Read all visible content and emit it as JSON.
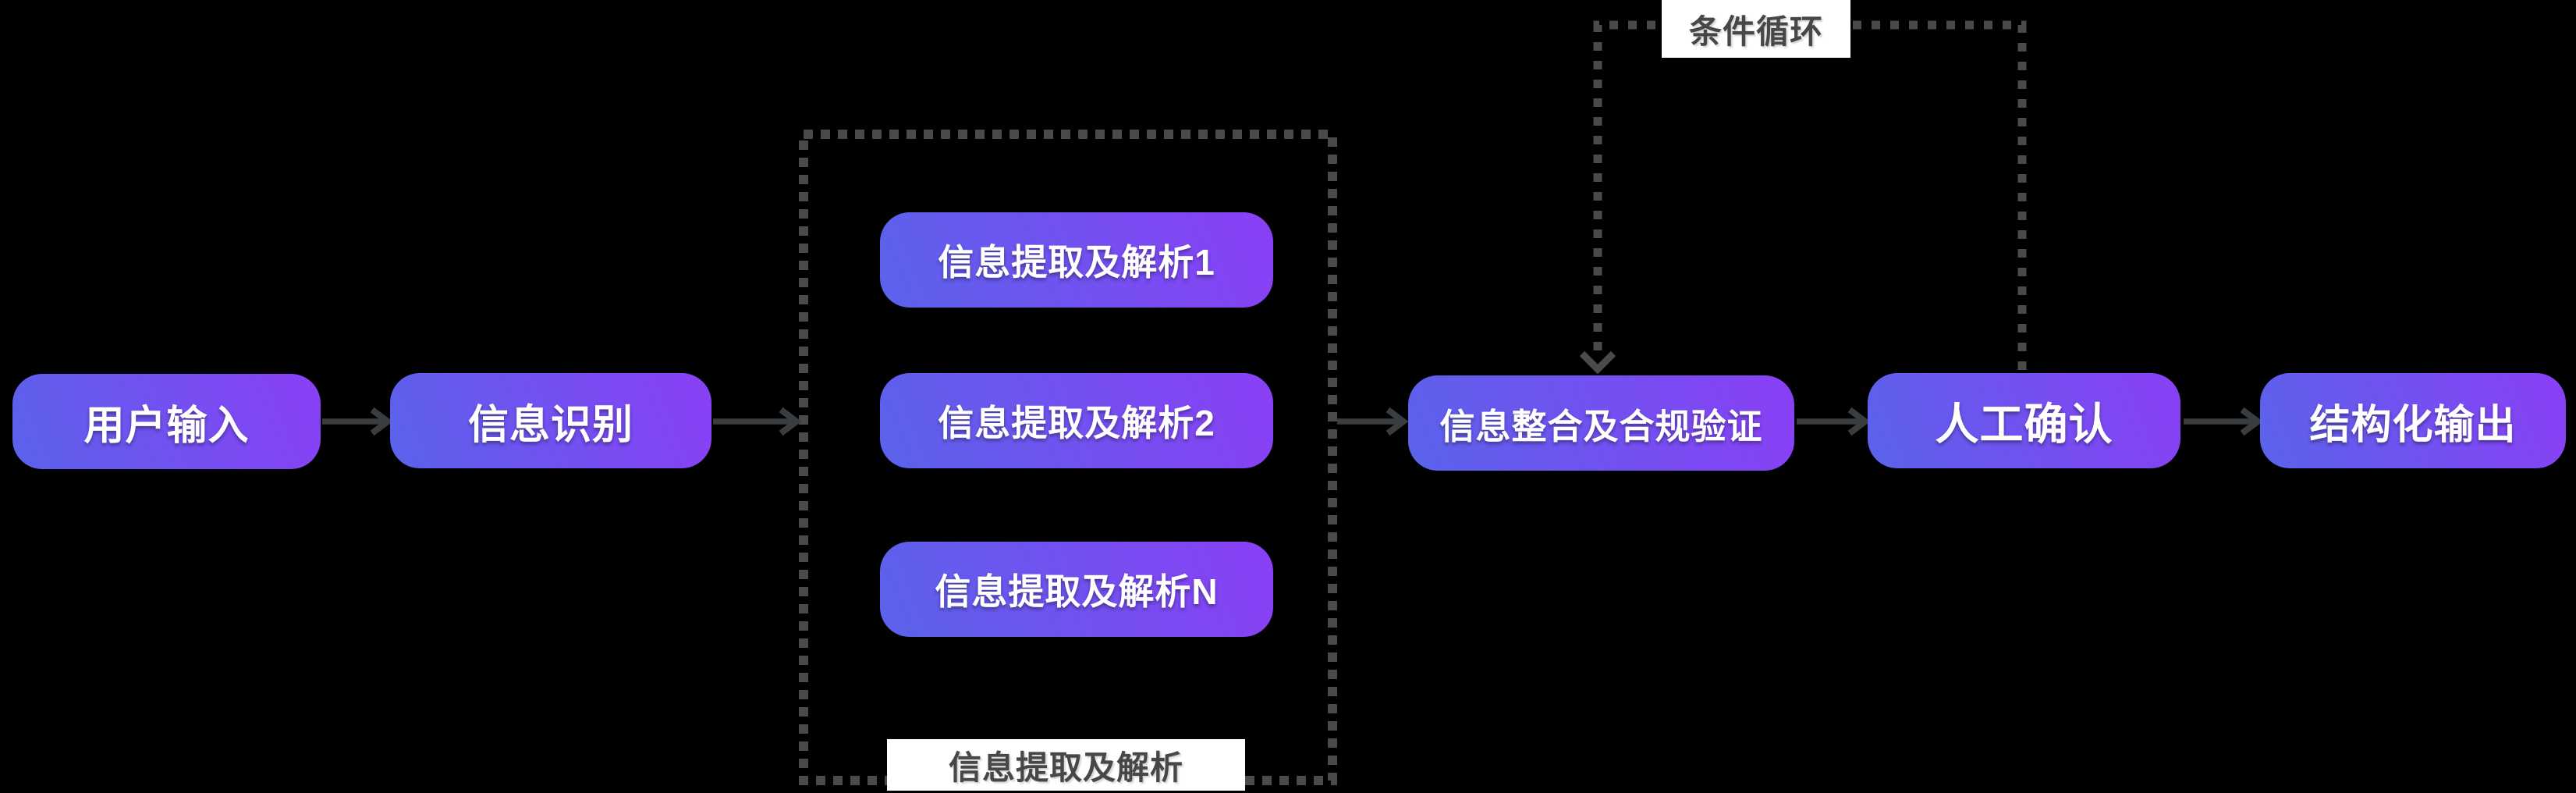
{
  "diagram": {
    "nodes": {
      "user_input": {
        "label": "用户输入"
      },
      "info_recognition": {
        "label": "信息识别"
      },
      "extract_1": {
        "label": "信息提取及解析1"
      },
      "extract_2": {
        "label": "信息提取及解析2"
      },
      "extract_n": {
        "label": "信息提取及解析N"
      },
      "integration": {
        "label": "信息整合及合规验证"
      },
      "manual_confirm": {
        "label": "人工确认"
      },
      "structured_output": {
        "label": "结构化输出"
      }
    },
    "group": {
      "label": "信息提取及解析"
    },
    "loop": {
      "label": "条件循环"
    },
    "flow_order": [
      "user_input",
      "info_recognition",
      "extract_group (extract_1 | extract_2 | extract_n)",
      "integration",
      "manual_confirm",
      "structured_output"
    ],
    "loop_edge": {
      "from": "manual_confirm",
      "to": "integration"
    }
  },
  "colors": {
    "background": "#000000",
    "node_gradient_start": "#5a63eb",
    "node_gradient_end": "#8a3ff5",
    "node_text": "#ffffff",
    "arrow": "#3a3d40",
    "dashed": "#4a4a4a",
    "label_bg": "#ffffff",
    "label_text": "#474747"
  }
}
